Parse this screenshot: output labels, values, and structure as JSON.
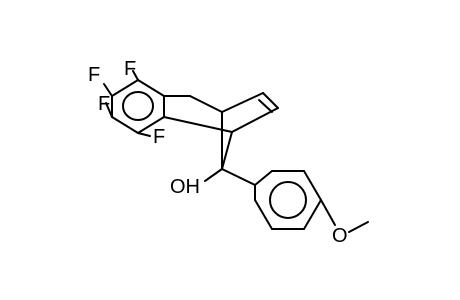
{
  "molecule": {
    "atoms": {
      "f1": "F",
      "f2": "F",
      "f3": "F",
      "f4": "F",
      "hydroxyl": "OH",
      "methoxy_o": "O"
    },
    "colors": {
      "bond": "#000000",
      "background": "#ffffff"
    }
  }
}
